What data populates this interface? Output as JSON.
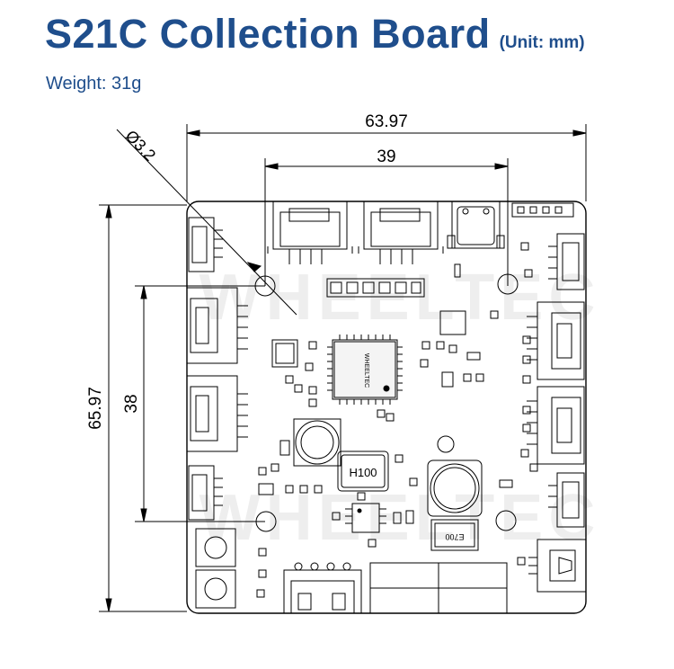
{
  "header": {
    "title": "S21C Collection Board",
    "unit": "(Unit: mm)",
    "weight": "Weight: 31g"
  },
  "dimensions": {
    "overall_width": "63.97",
    "hole_spacing_x": "39",
    "overall_height": "65.97",
    "hole_spacing_y": "38",
    "hole_diameter": "Ø3.2"
  },
  "board": {
    "chip_main_label": "WHEELTEC",
    "inductor_label": "H100",
    "capacitor_label": "E700"
  },
  "watermark": {
    "text_top": "WHEELTEC",
    "text_bottom": "WHEELTEC"
  },
  "colors": {
    "brand": "#1f4e8c",
    "line": "#000000",
    "watermark": "#e6e6e6"
  }
}
